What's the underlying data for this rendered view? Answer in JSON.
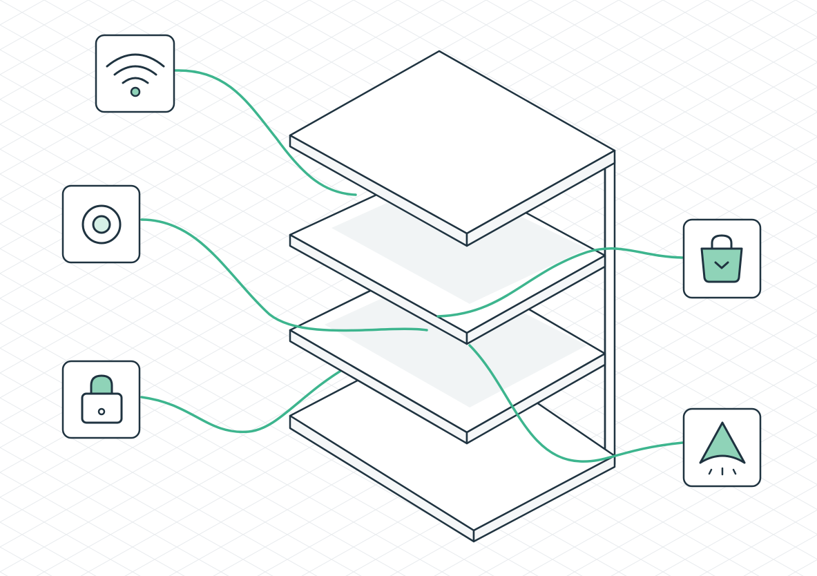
{
  "colors": {
    "background": "#ffffff",
    "grid": "#e8ebee",
    "stroke": "#1f3340",
    "accent": "#3db58e",
    "accent_fill": "#8fd3b8",
    "shelf_fill": "#ffffff",
    "shelf_edge": "#f5f7f8",
    "shadow": "#eef1f3"
  },
  "diagram": {
    "center": "layered-shelf-stack",
    "layers": 4,
    "nodes": [
      {
        "id": "wifi",
        "icon": "wifi-icon",
        "side": "left"
      },
      {
        "id": "target",
        "icon": "target-icon",
        "side": "left"
      },
      {
        "id": "lock",
        "icon": "lock-icon",
        "side": "left"
      },
      {
        "id": "bag",
        "icon": "shopping-bag-icon",
        "side": "right"
      },
      {
        "id": "navigation",
        "icon": "navigation-arrow-icon",
        "side": "right"
      }
    ],
    "connections": [
      {
        "from": "wifi",
        "to": "layer-1"
      },
      {
        "from": "target",
        "to": "layer-3"
      },
      {
        "from": "lock",
        "to": "layer-3"
      },
      {
        "from": "bag",
        "to": "layer-2"
      },
      {
        "from": "navigation",
        "to": "layer-3"
      }
    ]
  }
}
